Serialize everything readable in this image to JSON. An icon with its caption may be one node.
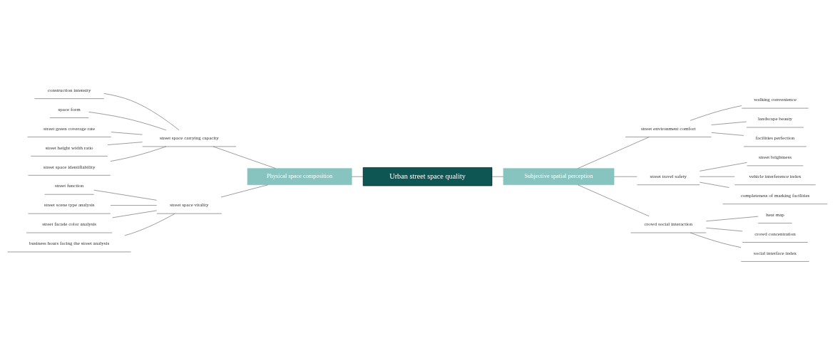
{
  "diagram": {
    "nodes": [
      {
        "text": [
          "Urban street space quality"
        ]
      },
      {
        "text": [
          "Physical space composition"
        ]
      },
      {
        "text": [
          "street space carrying capacity"
        ]
      },
      {
        "text": [
          "construction intensity"
        ]
      },
      {
        "text": [
          "space form"
        ]
      },
      {
        "text": [
          "street green coverage rate"
        ]
      },
      {
        "text": [
          "street height width ratio"
        ]
      },
      {
        "text": [
          "street space identifiability"
        ]
      },
      {
        "text": [
          "street space vitality"
        ]
      },
      {
        "text": [
          "street function"
        ]
      },
      {
        "text": [
          "street scene type analysis"
        ]
      },
      {
        "text": [
          "street facade color analysis"
        ]
      },
      {
        "text": [
          "business hours facing the street analysis"
        ]
      },
      {
        "text": [
          "Subjective spatial perception"
        ]
      },
      {
        "text": [
          "street environment comfort"
        ]
      },
      {
        "text": [
          "walking convenience"
        ]
      },
      {
        "text": [
          "landscape beauty"
        ]
      },
      {
        "text": [
          "facilities perfection"
        ]
      },
      {
        "text": [
          "street travel safety"
        ]
      },
      {
        "text": [
          "street brightness"
        ]
      },
      {
        "text": [
          "vehicle interference index"
        ]
      },
      {
        "text": [
          "completeness of marking facilities"
        ]
      },
      {
        "text": [
          "crowd social interaction"
        ]
      },
      {
        "text": [
          "heat map"
        ]
      },
      {
        "text": [
          "crowd concentration"
        ]
      },
      {
        "text": [
          "social interface index"
        ]
      }
    ],
    "edges": [
      {
        "from": 0,
        "to": 1,
        "arrow": "none"
      },
      {
        "from": 1,
        "to": 2,
        "arrow": "none"
      },
      {
        "from": 2,
        "to": 3,
        "arrow": "none"
      },
      {
        "from": 2,
        "to": 4,
        "arrow": "none"
      },
      {
        "from": 2,
        "to": 5,
        "arrow": "none"
      },
      {
        "from": 2,
        "to": 6,
        "arrow": "none"
      },
      {
        "from": 2,
        "to": 7,
        "arrow": "none"
      },
      {
        "from": 1,
        "to": 8,
        "arrow": "none"
      },
      {
        "from": 8,
        "to": 9,
        "arrow": "none"
      },
      {
        "from": 8,
        "to": 10,
        "arrow": "none"
      },
      {
        "from": 8,
        "to": 11,
        "arrow": "none"
      },
      {
        "from": 8,
        "to": 12,
        "arrow": "none"
      },
      {
        "from": 0,
        "to": 13,
        "arrow": "none"
      },
      {
        "from": 13,
        "to": 14,
        "arrow": "none"
      },
      {
        "from": 14,
        "to": 15,
        "arrow": "none"
      },
      {
        "from": 14,
        "to": 16,
        "arrow": "none"
      },
      {
        "from": 14,
        "to": 17,
        "arrow": "none"
      },
      {
        "from": 13,
        "to": 18,
        "arrow": "none"
      },
      {
        "from": 18,
        "to": 19,
        "arrow": "none"
      },
      {
        "from": 18,
        "to": 20,
        "arrow": "none"
      },
      {
        "from": 18,
        "to": 21,
        "arrow": "none"
      },
      {
        "from": 13,
        "to": 22,
        "arrow": "none"
      },
      {
        "from": 22,
        "to": 23,
        "arrow": "none"
      },
      {
        "from": 22,
        "to": 24,
        "arrow": "none"
      },
      {
        "from": 22,
        "to": 25,
        "arrow": "none"
      }
    ]
  }
}
